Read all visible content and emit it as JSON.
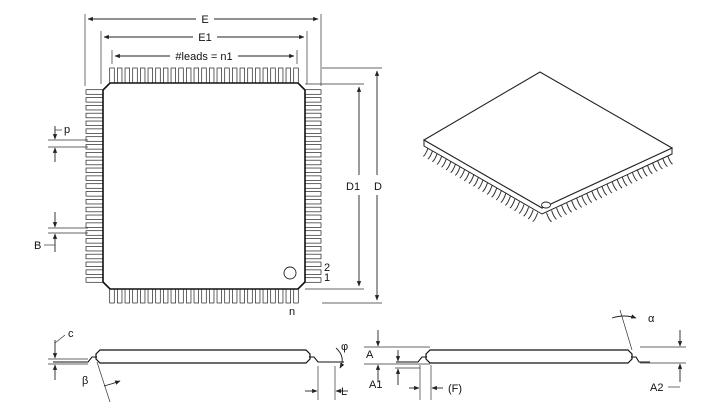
{
  "labels": {
    "E": "E",
    "E1": "E1",
    "leads": "#leads = n1",
    "p": "p",
    "B": "B",
    "D1": "D1",
    "D": "D",
    "pin2": "2",
    "pin1": "1",
    "pinN": "n",
    "c": "c",
    "beta": "β",
    "phi": "φ",
    "L": "L",
    "A": "A",
    "A1": "A1",
    "F": "(F)",
    "alpha": "α",
    "A2": "A2"
  },
  "leads_per_side": 25
}
